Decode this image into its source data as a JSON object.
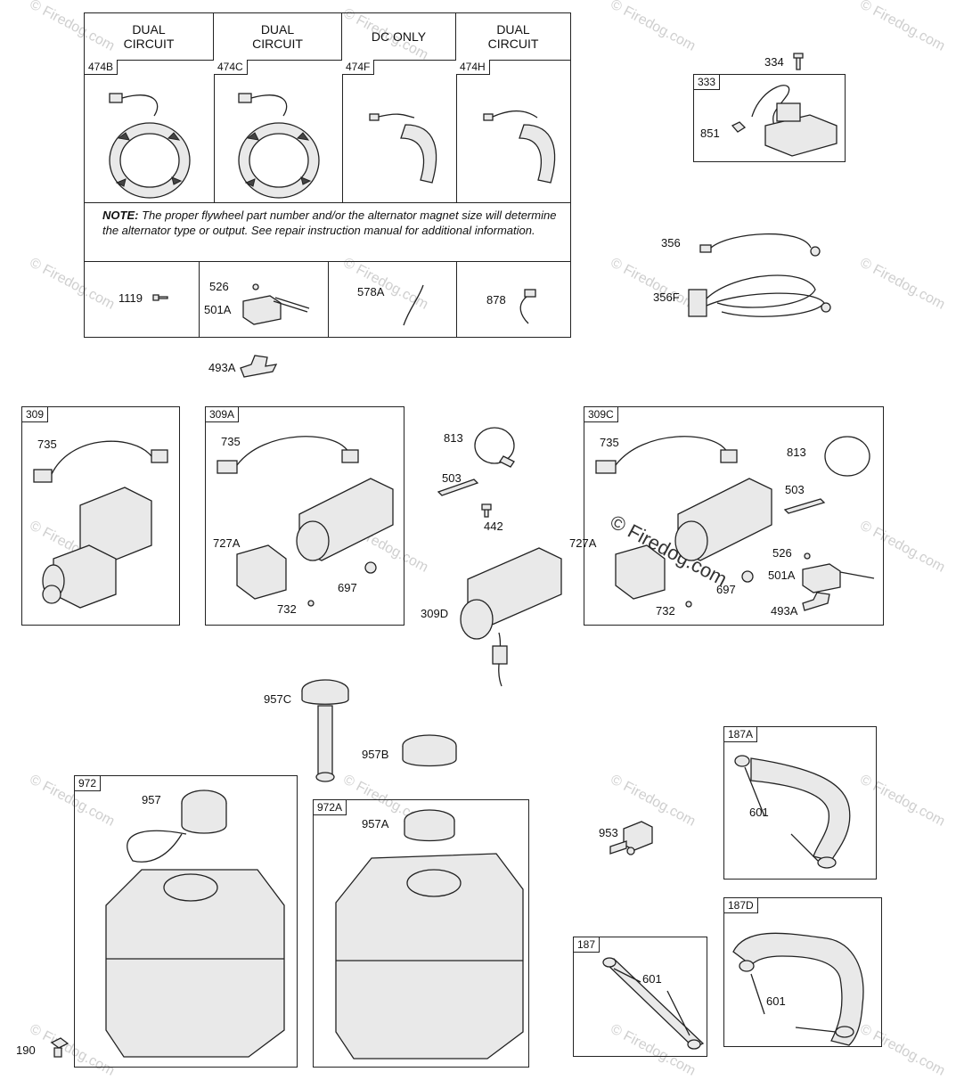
{
  "watermark": "© Firedog.com",
  "table": {
    "headers": [
      "DUAL CIRCUIT",
      "DUAL CIRCUIT",
      "DC ONLY",
      "DUAL CIRCUIT"
    ],
    "alternators": [
      "474B",
      "474C",
      "474F",
      "474H"
    ],
    "note_prefix": "NOTE:",
    "note_text": "The proper flywheel part number and/or the alternator magnet size will determine the alternator type or output. See repair instruction manual for additional information.",
    "bottom_parts": [
      "1119",
      "526",
      "501A",
      "578A",
      "878"
    ]
  },
  "callouts": {
    "p493A_top": "493A",
    "p334": "334",
    "p333": "333",
    "p851": "851",
    "p356": "356",
    "p356F": "356F",
    "p309": "309",
    "p735_a": "735",
    "p309A": "309A",
    "p735_b": "735",
    "p727A_a": "727A",
    "p697_a": "697",
    "p732_a": "732",
    "p813_a": "813",
    "p503_a": "503",
    "p442": "442",
    "p309D": "309D",
    "p309C": "309C",
    "p735_c": "735",
    "p813_b": "813",
    "p503_b": "503",
    "p727A_b": "727A",
    "p526_b": "526",
    "p501A_b": "501A",
    "p697_b": "697",
    "p493A_b": "493A",
    "p732_b": "732",
    "p957C": "957C",
    "p957B": "957B",
    "p972": "972",
    "p957": "957",
    "p972A": "972A",
    "p957A": "957A",
    "p953": "953",
    "p187A": "187A",
    "p601_a": "601",
    "p187D": "187D",
    "p601_b": "601",
    "p187": "187",
    "p601_c": "601",
    "p190": "190"
  },
  "colors": {
    "line": "#222222",
    "watermark": "#cfcfcf"
  }
}
